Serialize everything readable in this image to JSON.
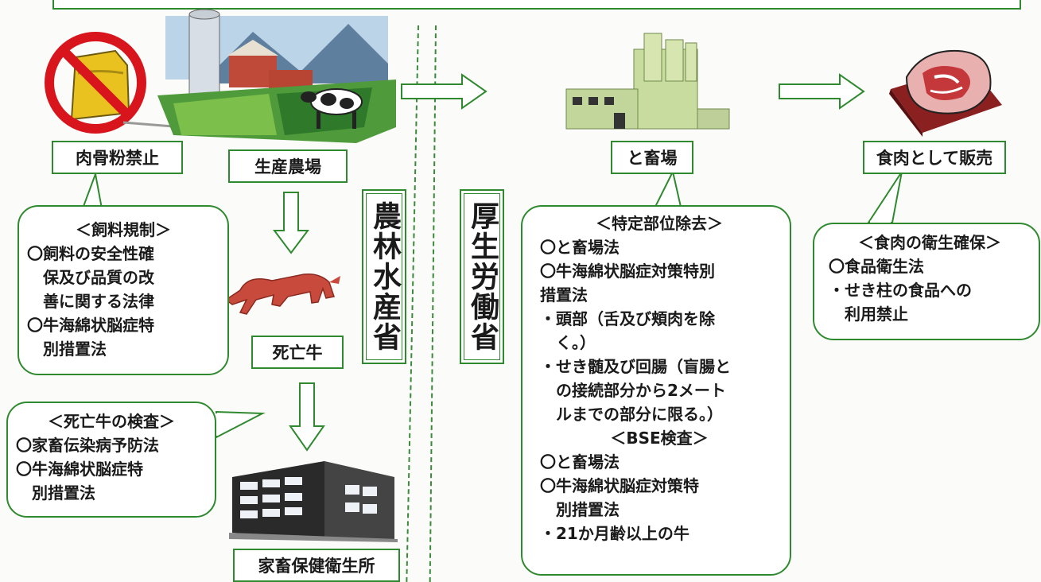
{
  "labels": {
    "meat_bone_ban": "肉骨粉禁止",
    "farm": "生産農場",
    "dead_cattle": "死亡牛",
    "health_center": "家畜保健衛生所",
    "slaughterhouse": "と畜場",
    "sold_as_meat": "食肉として販売"
  },
  "ministries": {
    "maff": "農林水産省",
    "mhlw": "厚生労働省"
  },
  "feed_regulation": {
    "title": "＜飼料規制＞",
    "lines": [
      "〇飼料の安全性確",
      "　保及び品質の改",
      "　善に関する法律",
      "〇牛海綿状脳症特",
      "　別措置法"
    ]
  },
  "dead_cattle_inspection": {
    "title": "＜死亡牛の検査＞",
    "lines": [
      "〇家畜伝染病予防法",
      "〇牛海綿状脳症特",
      "　別措置法"
    ]
  },
  "srm_removal": {
    "title": "＜特定部位除去＞",
    "lines": [
      "〇と畜場法",
      "〇牛海綿状脳症対策特別",
      "措置法",
      "・頭部（舌及び頬肉を除",
      "　く。）",
      "・せき髄及び回腸（盲腸と",
      "　の接続部分から2メート",
      "　ルまでの部分に限る。）"
    ],
    "bse_title": "＜BSE検査＞",
    "bse_lines": [
      "〇と畜場法",
      "〇牛海綿状脳症対策特",
      "　別措置法",
      "・21か月齢以上の牛"
    ]
  },
  "meat_hygiene": {
    "title": "＜食肉の衛生確保＞",
    "lines": [
      "〇食品衛生法",
      "・せき柱の食品への",
      "　利用禁止"
    ]
  },
  "colors": {
    "border": "#2f8a2f",
    "prohibit_red": "#d8141c",
    "dead_cow": "#c84a3c",
    "meat": "#b8302e"
  }
}
